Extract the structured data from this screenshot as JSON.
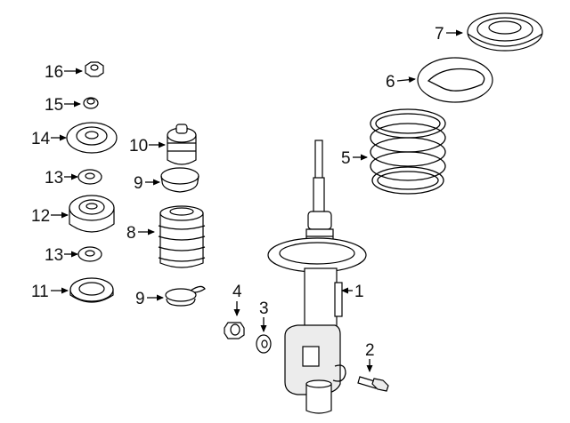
{
  "callouts": {
    "c1": "1",
    "c2": "2",
    "c3": "3",
    "c4": "4",
    "c5": "5",
    "c6": "6",
    "c7": "7",
    "c8": "8",
    "c9a": "9",
    "c9b": "9",
    "c10": "10",
    "c11": "11",
    "c12": "12",
    "c13a": "13",
    "c13b": "13",
    "c14": "14",
    "c15": "15",
    "c16": "16"
  }
}
